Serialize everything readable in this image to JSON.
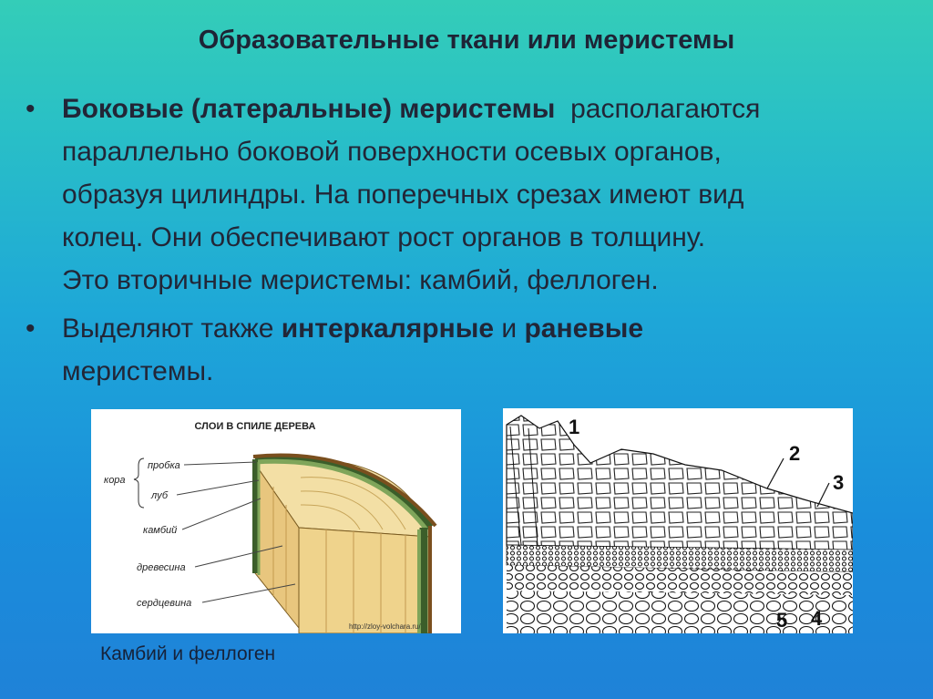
{
  "slide": {
    "title": "Образовательные ткани или меристемы",
    "bullets": [
      {
        "bold_lead": "Боковые (латеральные) меристемы",
        "text_lines": [
          "располагаются",
          "параллельно боковой поверхности осевых органов,",
          "образуя цилиндры. На поперечных срезах имеют вид",
          "колец. Они обеспечивают рост органов в толщину.",
          "Это вторичные меристемы: камбий, феллоген."
        ]
      },
      {
        "part1": "Выделяют также ",
        "bold1": "интеркалярные",
        "part2": " и ",
        "bold2": "раневые",
        "line2": "меристемы."
      }
    ],
    "bullet_symbol": "•"
  },
  "left_figure": {
    "heading": "СЛОИ В СПИЛЕ ДЕРЕВА",
    "group_label": "кора",
    "labels": [
      "пробка",
      "луб",
      "камбий",
      "древесина",
      "сердцевина"
    ],
    "watermark": "http://zloy-volchara.ru/"
  },
  "right_figure": {
    "numbers": [
      "1",
      "2",
      "3",
      "4",
      "5"
    ]
  },
  "caption": "Камбий и феллоген"
}
